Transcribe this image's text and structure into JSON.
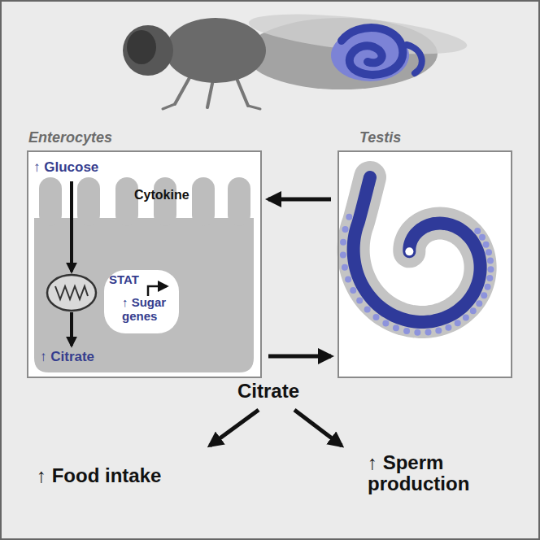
{
  "diagram": {
    "nodes": [
      {
        "text": [
          "Enterocytes",
          "↑ Glucose",
          "Cytokine",
          "↑ Citrate"
        ]
      },
      {
        "text": [
          "STAT",
          "↑ Sugar genes"
        ],
        "in": 0
      },
      {
        "text": [
          "Testis"
        ]
      }
    ],
    "edges": [
      {
        "from": 2,
        "to": 0,
        "arrow": "to"
      },
      {
        "from": 0,
        "to": 2,
        "arrow": "to"
      }
    ],
    "labels": [
      "Citrate",
      "↑ Food intake",
      "↑ Sperm production"
    ]
  }
}
